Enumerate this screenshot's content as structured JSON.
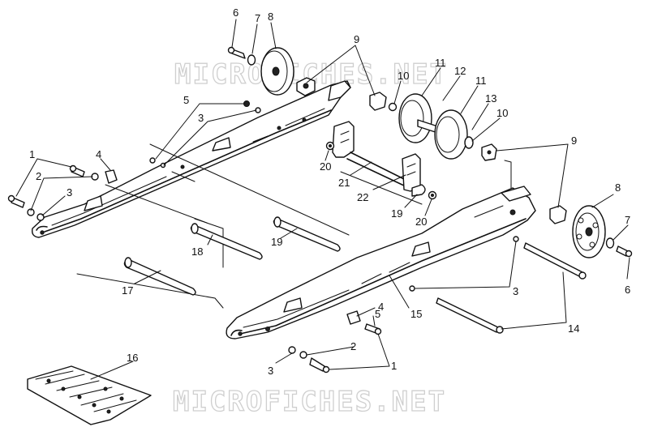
{
  "watermark": {
    "top": "MICROFICHES.NET",
    "bottom": "MICROFICHES.NET"
  },
  "callouts": [
    "6",
    "7",
    "8",
    "9",
    "10",
    "11",
    "12",
    "11",
    "13",
    "10",
    "9",
    "5",
    "3",
    "4",
    "1",
    "2",
    "3",
    "20",
    "21",
    "22",
    "19",
    "20",
    "8",
    "7",
    "6",
    "18",
    "19",
    "17",
    "3",
    "15",
    "14",
    "4",
    "5",
    "2",
    "1",
    "3",
    "16"
  ]
}
